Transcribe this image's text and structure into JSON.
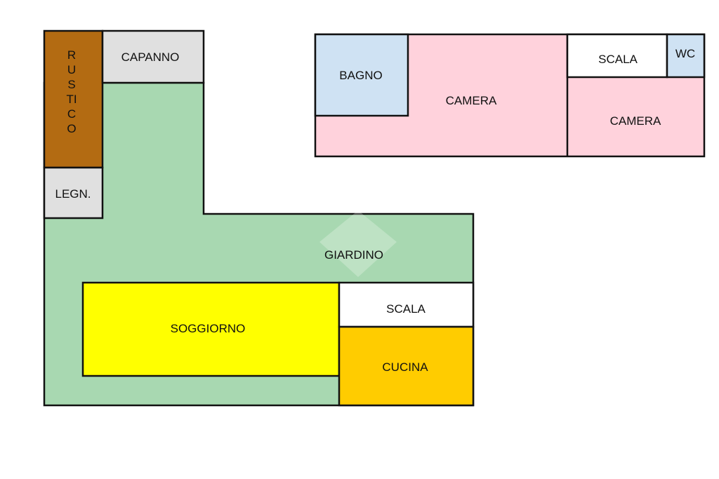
{
  "rooms": {
    "rustico": "RUSTICO",
    "capanno": "CAPANNO",
    "legnaia": "LEGN.",
    "giardino": "GIARDINO",
    "soggiorno": "SOGGIORNO",
    "scala_ground": "SCALA",
    "cucina": "CUCINA",
    "bagno": "BAGNO",
    "camera_1": "CAMERA",
    "scala_upper": "SCALA",
    "wc": "WC",
    "camera_2": "CAMERA"
  },
  "colors": {
    "rustico": "#b36b12",
    "gray": "#e0e0e0",
    "green": "#a8d8b1",
    "yellow": "#ffff00",
    "orange": "#ffcc00",
    "pink": "#ffd2dc",
    "blue": "#cfe2f3",
    "white": "#ffffff"
  }
}
